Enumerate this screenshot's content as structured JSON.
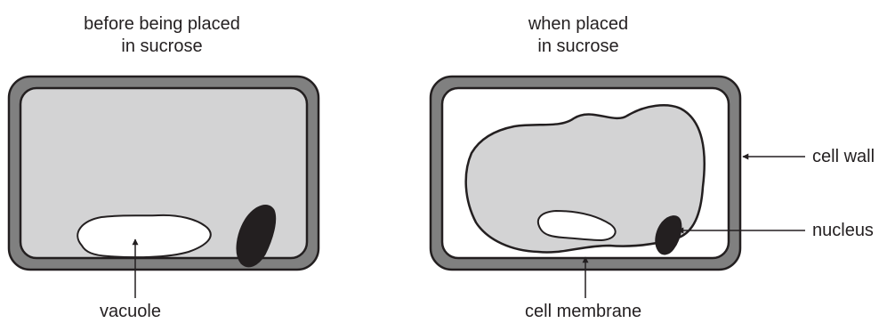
{
  "panels": {
    "before": {
      "caption_line1": "before being placed",
      "caption_line2": "in sucrose"
    },
    "after": {
      "caption_line1": "when placed",
      "caption_line2": "in sucrose"
    }
  },
  "labels": {
    "vacuole": "vacuole",
    "cell_membrane": "cell membrane",
    "cell_wall": "cell wall",
    "nucleus": "nucleus"
  },
  "colors": {
    "cell_wall": "#808080",
    "cytoplasm": "#d3d3d4",
    "vacuole": "#ffffff",
    "nucleus": "#231f20",
    "outline": "#231f20"
  }
}
